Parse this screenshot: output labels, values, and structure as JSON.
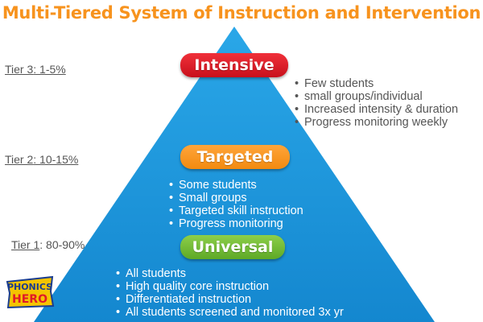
{
  "title": "Multi-Tiered System of Instruction and Intervention",
  "tiers": [
    {
      "label_prefix": "Tier 3",
      "label_suffix": ": 1-5%",
      "name": "Intensive",
      "color": "#e01a27",
      "bullets": [
        "Few students",
        "small groups/individual",
        "Increased intensity & duration",
        "Progress monitoring weekly"
      ]
    },
    {
      "label_prefix": "Tier 2",
      "label_suffix": ": 10-15%",
      "name": "Targeted",
      "color": "#f7931e",
      "bullets": [
        "Some students",
        "Small groups",
        "Targeted skill instruction",
        "Progress monitoring"
      ]
    },
    {
      "label_prefix": "Tier 1",
      "label_suffix": ": 80-90%",
      "name": "Universal",
      "color": "#72b840",
      "bullets": [
        "All students",
        "High quality core instruction",
        "Differentiated instruction",
        "All students screened and monitored 3x yr"
      ]
    }
  ],
  "logo": {
    "line1": "PHONICS",
    "line2": "HERO"
  },
  "colors": {
    "pyramid": "#1b9be0",
    "title": "#f7931e"
  }
}
